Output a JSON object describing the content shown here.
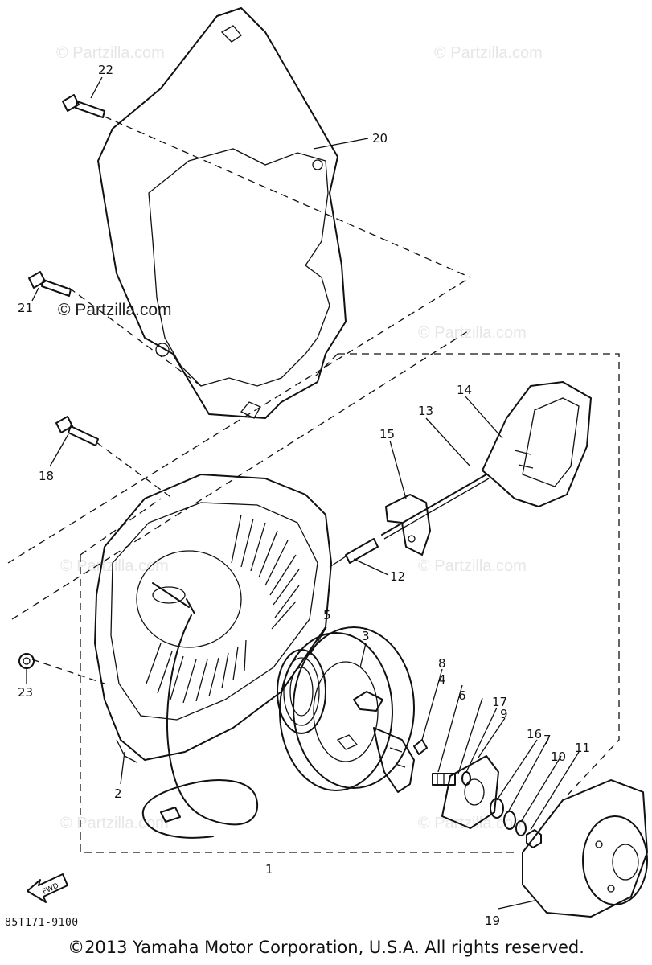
{
  "watermark": "© Partzilla.com",
  "callouts": [
    "1",
    "2",
    "3",
    "4",
    "5",
    "6",
    "7",
    "8",
    "9",
    "10",
    "11",
    "12",
    "13",
    "14",
    "15",
    "16",
    "17",
    "18",
    "19",
    "20",
    "21",
    "22",
    "23"
  ],
  "arrow_label": "FWD",
  "diagram_code": "85T171-9100",
  "copyright": "©2013 Yamaha Motor Corporation, U.S.A. All rights reserved."
}
